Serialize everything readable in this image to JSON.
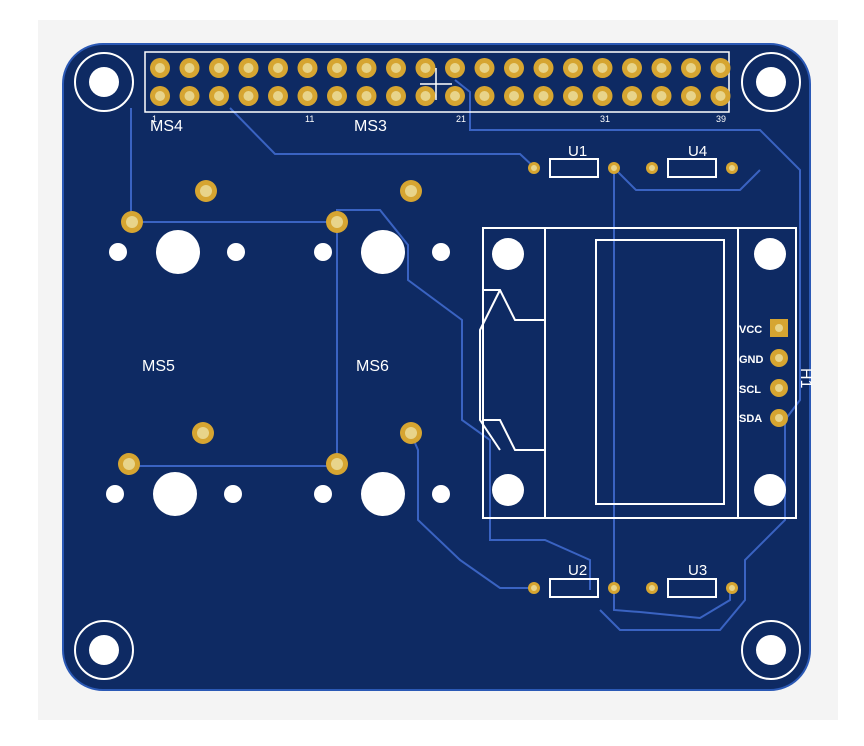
{
  "colors": {
    "board": "#0e2a63",
    "board_edge": "#2b59b5",
    "trace": "#3a63c2",
    "silkscreen": "#ffffff",
    "pad_gold": "#d6a531",
    "pad_ring": "#e8d48a",
    "hole": "#ffffff"
  },
  "header": {
    "pin_markers": [
      "1",
      "11",
      "21",
      "31",
      "39"
    ],
    "pin_count": 40
  },
  "switches": [
    {
      "ref": "MS4"
    },
    {
      "ref": "MS3"
    },
    {
      "ref": "MS5"
    },
    {
      "ref": "MS6"
    }
  ],
  "components": [
    {
      "ref": "U1"
    },
    {
      "ref": "U4"
    },
    {
      "ref": "U2"
    },
    {
      "ref": "U3"
    }
  ],
  "display_connector": {
    "ref": "H1",
    "pins": [
      "VCC",
      "GND",
      "SCL",
      "SDA"
    ]
  },
  "mounting_holes": 4
}
